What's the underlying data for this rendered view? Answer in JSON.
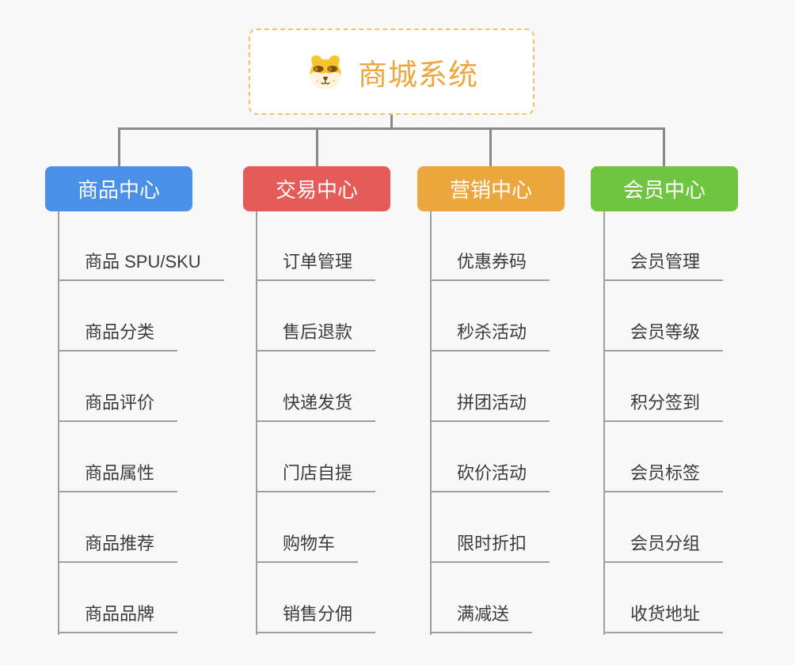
{
  "root": {
    "title": "商城系统",
    "icon": "dog-face-icon",
    "title_color": "#f0a63e",
    "border_color": "#f3c26f",
    "background": "#ffffff"
  },
  "canvas": {
    "background": "#f8f8f8",
    "connector_color": "#8a8a8a",
    "leaf_line_color": "#9f9f9f",
    "leaf_text_color": "#3b3b3b"
  },
  "branches": [
    {
      "label": "商品中心",
      "color": "#4a90e9",
      "items": [
        "商品 SPU/SKU",
        "商品分类",
        "商品评价",
        "商品属性",
        "商品推荐",
        "商品品牌"
      ]
    },
    {
      "label": "交易中心",
      "color": "#e55b58",
      "items": [
        "订单管理",
        "售后退款",
        "快递发货",
        "门店自提",
        "购物车",
        "销售分佣"
      ]
    },
    {
      "label": "营销中心",
      "color": "#eca63e",
      "items": [
        "优惠券码",
        "秒杀活动",
        "拼团活动",
        "砍价活动",
        "限时折扣",
        "满减送"
      ]
    },
    {
      "label": "会员中心",
      "color": "#6fc440",
      "items": [
        "会员管理",
        "会员等级",
        "积分签到",
        "会员标签",
        "会员分组",
        "收货地址"
      ]
    }
  ]
}
